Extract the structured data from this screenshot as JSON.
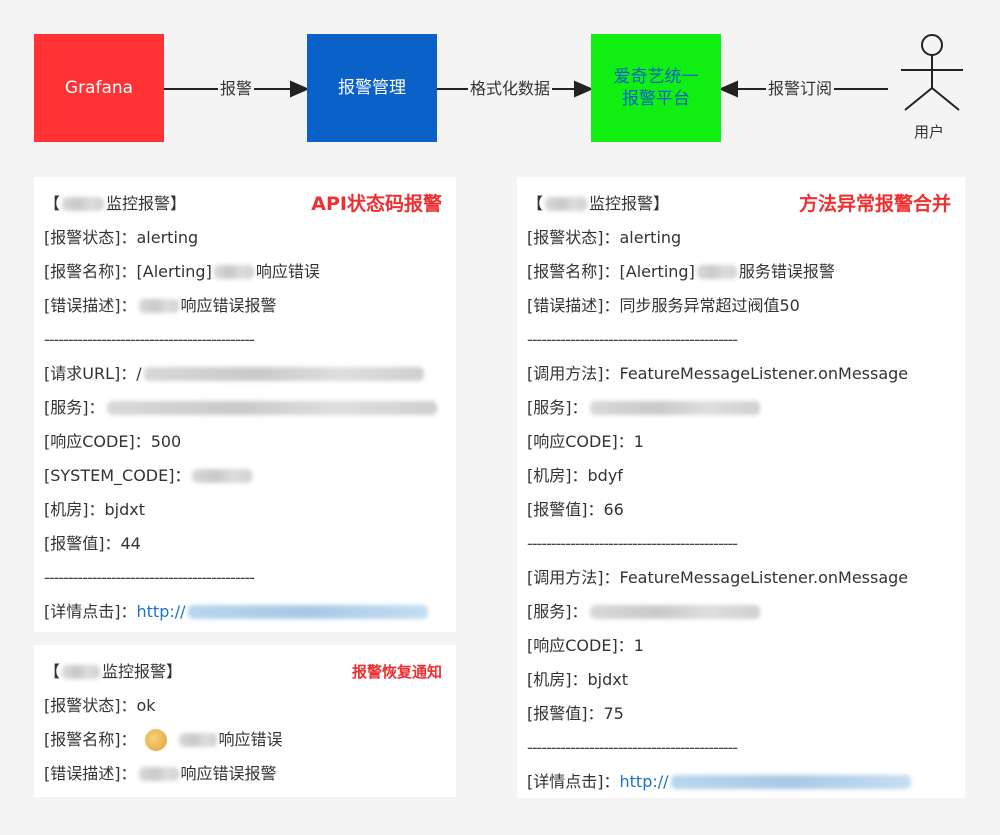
{
  "flow": {
    "grafana": "Grafana",
    "mgmt": "报警管理",
    "platform": "爱奇艺统一\n报警平台",
    "edge1": "报警",
    "edge2": "格式化数据",
    "edge3": "报警订阅",
    "user": "用户"
  },
  "card1": {
    "tag": "API状态码报警",
    "title_pre": "【",
    "title_post": "监控报警】",
    "status_k": "[报警状态]：",
    "status_v": "alerting",
    "name_k": "[报警名称]：",
    "name_pre": "[Alerting] ",
    "name_post": "响应错误",
    "desc_k": "[错误描述]：",
    "desc_post": "响应错误报警",
    "sep": "--------------------------------------------",
    "url_k": "[请求URL]：",
    "url_pre": "/",
    "svc_k": "[服务]：",
    "code_k": "[响应CODE]：",
    "code_v": "500",
    "sys_k": "[SYSTEM_CODE]：",
    "room_k": "[机房]：",
    "room_v": "bjdxt",
    "val_k": "[报警值]：",
    "val_v": "44",
    "detail_k": "[详情点击]：",
    "detail_pre": "http://"
  },
  "card2": {
    "tag": "报警恢复通知",
    "title_pre": "【",
    "title_post": "监控报警】",
    "status_k": "[报警状态]：",
    "status_v": "ok",
    "name_k": "[报警名称]：",
    "name_post": "响应错误",
    "desc_k": "[错误描述]：",
    "desc_post": "响应错误报警"
  },
  "card3": {
    "tag": "方法异常报警合并",
    "title_pre": "【",
    "title_post": "监控报警】",
    "status_k": "[报警状态]：",
    "status_v": "alerting",
    "name_k": "[报警名称]：",
    "name_pre": "[Alerting] ",
    "name_post": "服务错误报警",
    "desc_k": "[错误描述]：",
    "desc_v": "同步服务异常超过阀值50",
    "sep": "--------------------------------------------",
    "method_k": "[调用方法]：",
    "method_v": "FeatureMessageListener.onMessage",
    "svc_k": "[服务]：",
    "code_k": "[响应CODE]：",
    "room_k": "[机房]：",
    "val_k": "[报警值]：",
    "groups": [
      {
        "code": "1",
        "room": "bdyf",
        "val": "66"
      },
      {
        "code": "1",
        "room": "bjdxt",
        "val": "75"
      }
    ],
    "detail_k": "[详情点击]：",
    "detail_pre": "http://"
  },
  "colors": {
    "red": "#ff3333",
    "blue": "#0a62c9",
    "green": "#11ee11",
    "tag": "#f03030"
  }
}
